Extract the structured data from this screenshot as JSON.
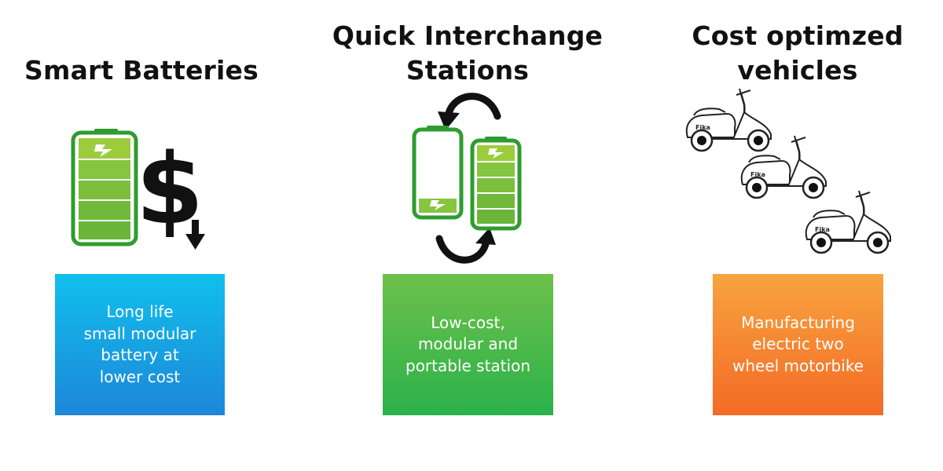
{
  "columns": [
    {
      "title": "Smart Batteries",
      "box_lines": [
        "Long life",
        "small modular",
        "battery at",
        "lower cost"
      ],
      "box_colors": [
        "#10c0ec",
        "#1d86d9"
      ]
    },
    {
      "title": "Quick Interchange Stations",
      "box_lines": [
        "Low-cost,",
        "modular and",
        "portable station"
      ],
      "box_colors": [
        "#6dc04a",
        "#2bb24a"
      ]
    },
    {
      "title": "Cost optimzed vehicles",
      "box_lines": [
        "Manufacturing",
        "electric two",
        "wheel motorbike"
      ],
      "box_colors": [
        "#f7a43f",
        "#f46a25"
      ]
    }
  ],
  "title_lines": {
    "col1": [
      "Smart Batteries"
    ],
    "col2": [
      "Quick Interchange",
      "Stations"
    ],
    "col3": [
      "Cost optimzed",
      "vehicles"
    ]
  },
  "icons": {
    "col1": [
      "battery-full-icon",
      "dollar-sign-icon",
      "down-arrow-icon"
    ],
    "col2": [
      "battery-empty-icon",
      "battery-full-icon",
      "swap-arrows-icon"
    ],
    "col3": [
      "scooter-icon"
    ]
  },
  "scooter_brand": "Fika",
  "accent": {
    "battery_green": "#2f9c2f",
    "battery_fill": "#86c540"
  }
}
